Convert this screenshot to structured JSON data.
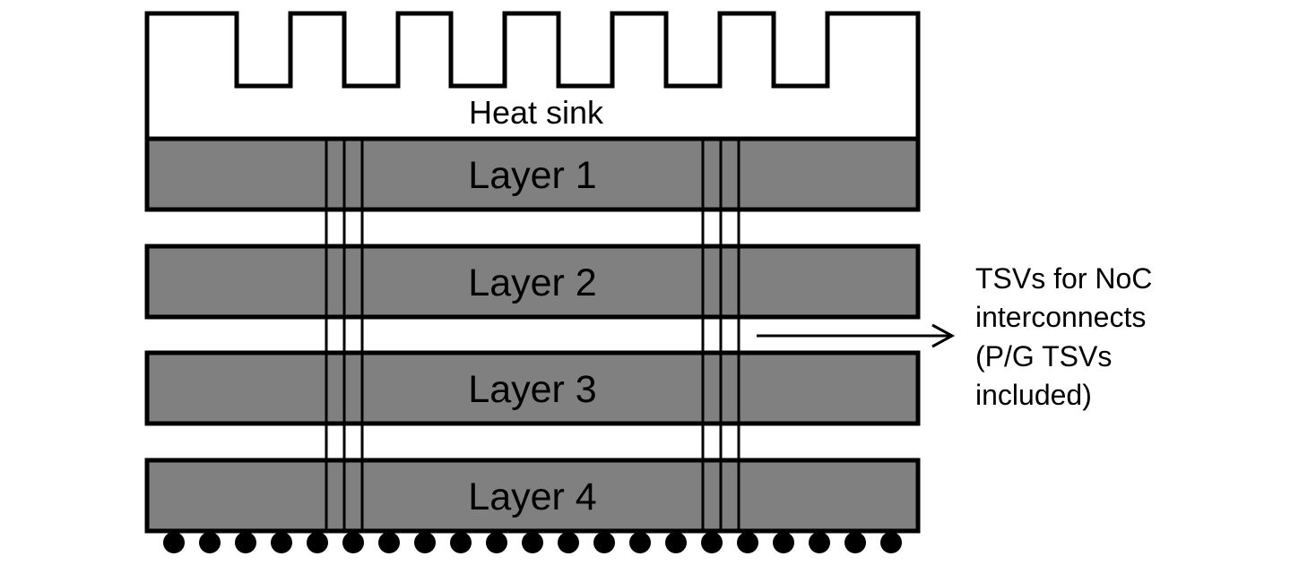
{
  "heat_sink": {
    "label": "Heat sink"
  },
  "layers": [
    {
      "label": "Layer 1"
    },
    {
      "label": "Layer 2"
    },
    {
      "label": "Layer 3"
    },
    {
      "label": "Layer 4"
    }
  ],
  "annotation": {
    "lines": [
      "TSVs for NoC",
      "interconnects",
      "(P/G TSVs",
      "included)"
    ]
  },
  "colors": {
    "layer_fill": "#808080",
    "outline": "#000000",
    "heat_sink_fill": "#ffffff",
    "solder_ball": "#000000"
  },
  "solder_ball_count": 21
}
